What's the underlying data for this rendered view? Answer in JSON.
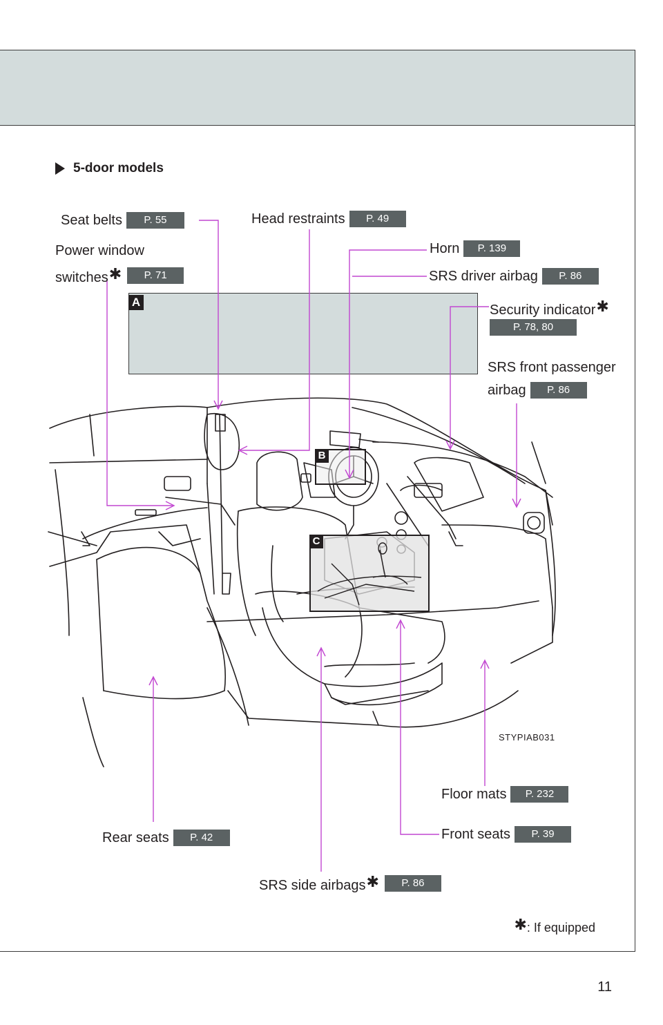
{
  "section": {
    "title": "5-door models"
  },
  "callouts": {
    "seat_belts": {
      "label": "Seat belts",
      "page": "P. 55"
    },
    "head_restraints": {
      "label": "Head restraints",
      "page": "P. 49"
    },
    "power_window": {
      "label_line1": "Power window",
      "label_line2": "switches",
      "page": "P. 71"
    },
    "horn": {
      "label": "Horn",
      "page": "P. 139"
    },
    "srs_driver_airbag": {
      "label": "SRS driver airbag",
      "page": "P. 86"
    },
    "security_indicator": {
      "label": "Security indicator",
      "page": "P. 78, 80"
    },
    "srs_front_passenger": {
      "label_line1": "SRS front passenger",
      "label_line2": "airbag",
      "page": "P. 86"
    },
    "floor_mats": {
      "label": "Floor mats",
      "page": "P. 232"
    },
    "front_seats": {
      "label": "Front seats",
      "page": "P. 39"
    },
    "rear_seats": {
      "label": "Rear seats",
      "page": "P. 42"
    },
    "srs_side_airbags": {
      "label": "SRS side airbags",
      "page": "P. 86"
    }
  },
  "markers": {
    "a": "A",
    "b": "B",
    "c": "C"
  },
  "star_glyph": "✱",
  "image_code": "STYPIAB031",
  "footnote": ": If equipped",
  "page_number": "11",
  "colors": {
    "leader_line": "#c146d1",
    "badge_bg": "#5b6263",
    "header_band": "#d3dcdc"
  }
}
